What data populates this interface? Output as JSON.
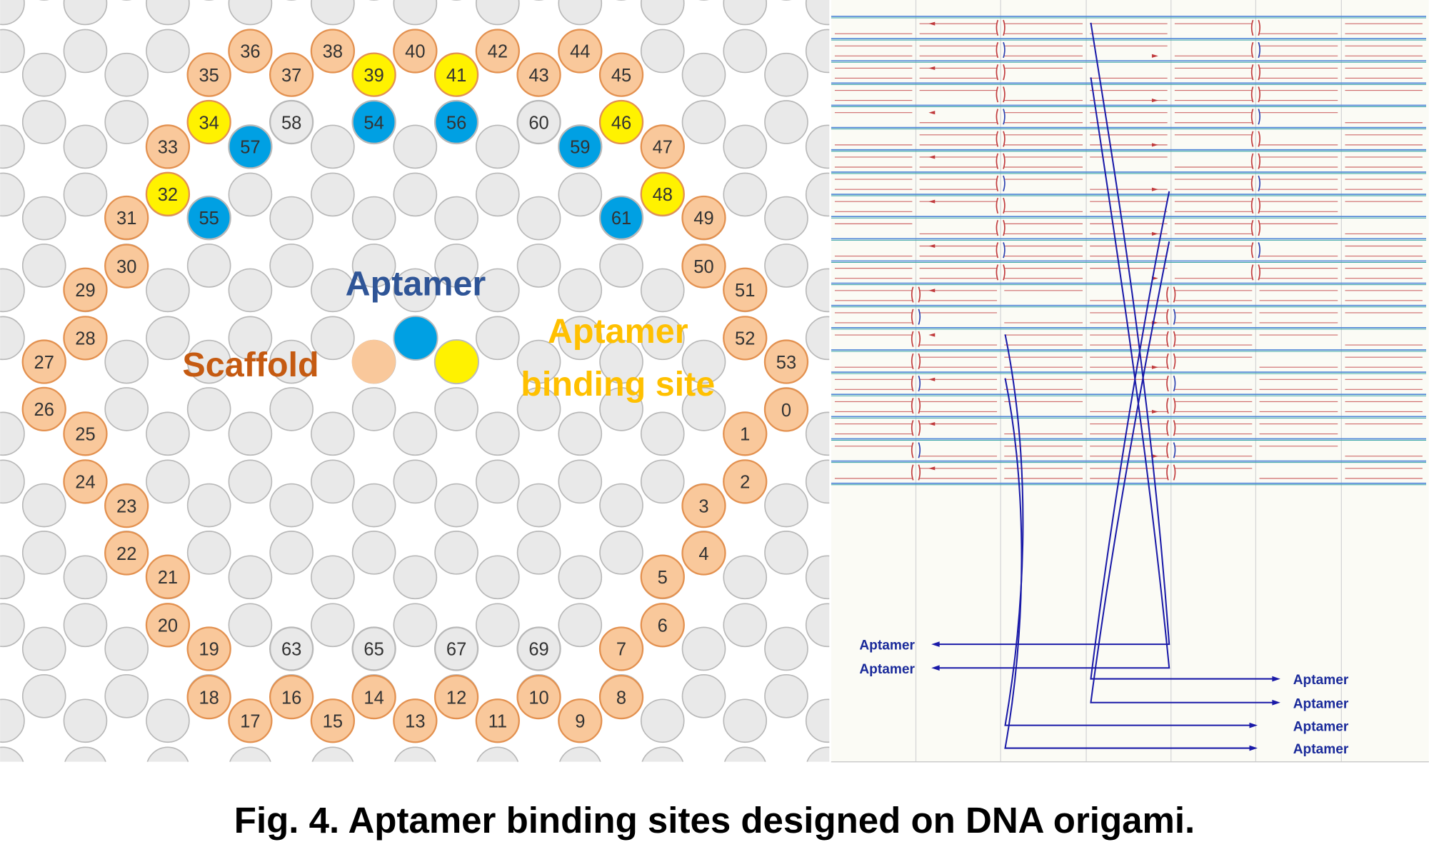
{
  "figure": {
    "caption": "Fig. 4. Aptamer binding sites designed on DNA origami.",
    "colors": {
      "scaffold_fill": "#f9c89b",
      "scaffold_stroke": "#e39150",
      "binding_fill": "#fff200",
      "aptamer_fill": "#00a0e3",
      "empty_fill": "#e9e9e9",
      "empty_stroke": "#b8b8b8",
      "aptamer_text": "#2f5597",
      "scaffold_text": "#c55a11",
      "binding_text": "#ffc000",
      "strand_blue": "#1a1aa8",
      "staple_red": "#c0393b"
    }
  },
  "lattice": {
    "legend": {
      "aptamer": "Aptamer",
      "scaffold": "Scaffold",
      "binding_line1": "Aptamer",
      "binding_line2": "binding site"
    },
    "circles": [
      {
        "label": "0",
        "role": "scaffold"
      },
      {
        "label": "1",
        "role": "scaffold"
      },
      {
        "label": "2",
        "role": "scaffold"
      },
      {
        "label": "3",
        "role": "scaffold"
      },
      {
        "label": "4",
        "role": "scaffold"
      },
      {
        "label": "5",
        "role": "scaffold"
      },
      {
        "label": "6",
        "role": "scaffold"
      },
      {
        "label": "7",
        "role": "scaffold"
      },
      {
        "label": "8",
        "role": "scaffold"
      },
      {
        "label": "9",
        "role": "scaffold"
      },
      {
        "label": "10",
        "role": "scaffold"
      },
      {
        "label": "11",
        "role": "scaffold"
      },
      {
        "label": "12",
        "role": "scaffold"
      },
      {
        "label": "13",
        "role": "scaffold"
      },
      {
        "label": "14",
        "role": "scaffold"
      },
      {
        "label": "15",
        "role": "scaffold"
      },
      {
        "label": "16",
        "role": "scaffold"
      },
      {
        "label": "17",
        "role": "scaffold"
      },
      {
        "label": "18",
        "role": "scaffold"
      },
      {
        "label": "19",
        "role": "scaffold"
      },
      {
        "label": "20",
        "role": "scaffold"
      },
      {
        "label": "21",
        "role": "scaffold"
      },
      {
        "label": "22",
        "role": "scaffold"
      },
      {
        "label": "23",
        "role": "scaffold"
      },
      {
        "label": "24",
        "role": "scaffold"
      },
      {
        "label": "25",
        "role": "scaffold"
      },
      {
        "label": "26",
        "role": "scaffold"
      },
      {
        "label": "27",
        "role": "scaffold"
      },
      {
        "label": "28",
        "role": "scaffold"
      },
      {
        "label": "29",
        "role": "scaffold"
      },
      {
        "label": "30",
        "role": "scaffold"
      },
      {
        "label": "31",
        "role": "scaffold"
      },
      {
        "label": "32",
        "role": "binding"
      },
      {
        "label": "33",
        "role": "scaffold"
      },
      {
        "label": "34",
        "role": "binding"
      },
      {
        "label": "35",
        "role": "scaffold"
      },
      {
        "label": "36",
        "role": "scaffold"
      },
      {
        "label": "37",
        "role": "scaffold"
      },
      {
        "label": "38",
        "role": "scaffold"
      },
      {
        "label": "39",
        "role": "binding"
      },
      {
        "label": "40",
        "role": "scaffold"
      },
      {
        "label": "41",
        "role": "binding"
      },
      {
        "label": "42",
        "role": "scaffold"
      },
      {
        "label": "43",
        "role": "scaffold"
      },
      {
        "label": "44",
        "role": "scaffold"
      },
      {
        "label": "45",
        "role": "scaffold"
      },
      {
        "label": "46",
        "role": "binding"
      },
      {
        "label": "47",
        "role": "scaffold"
      },
      {
        "label": "48",
        "role": "binding"
      },
      {
        "label": "49",
        "role": "scaffold"
      },
      {
        "label": "50",
        "role": "scaffold"
      },
      {
        "label": "51",
        "role": "scaffold"
      },
      {
        "label": "52",
        "role": "scaffold"
      },
      {
        "label": "53",
        "role": "scaffold"
      },
      {
        "label": "54",
        "role": "aptamer"
      },
      {
        "label": "55",
        "role": "aptamer"
      },
      {
        "label": "56",
        "role": "aptamer"
      },
      {
        "label": "57",
        "role": "aptamer"
      },
      {
        "label": "58",
        "role": "empty"
      },
      {
        "label": "59",
        "role": "aptamer"
      },
      {
        "label": "60",
        "role": "empty"
      },
      {
        "label": "61",
        "role": "aptamer"
      },
      {
        "label": "63",
        "role": "empty"
      },
      {
        "label": "65",
        "role": "empty"
      },
      {
        "label": "67",
        "role": "empty"
      },
      {
        "label": "69",
        "role": "empty"
      }
    ]
  },
  "strand_diagram": {
    "left_labels": [
      "Aptamer",
      "Aptamer"
    ],
    "right_labels": [
      "Aptamer",
      "Aptamer",
      "Aptamer",
      "Aptamer"
    ]
  }
}
